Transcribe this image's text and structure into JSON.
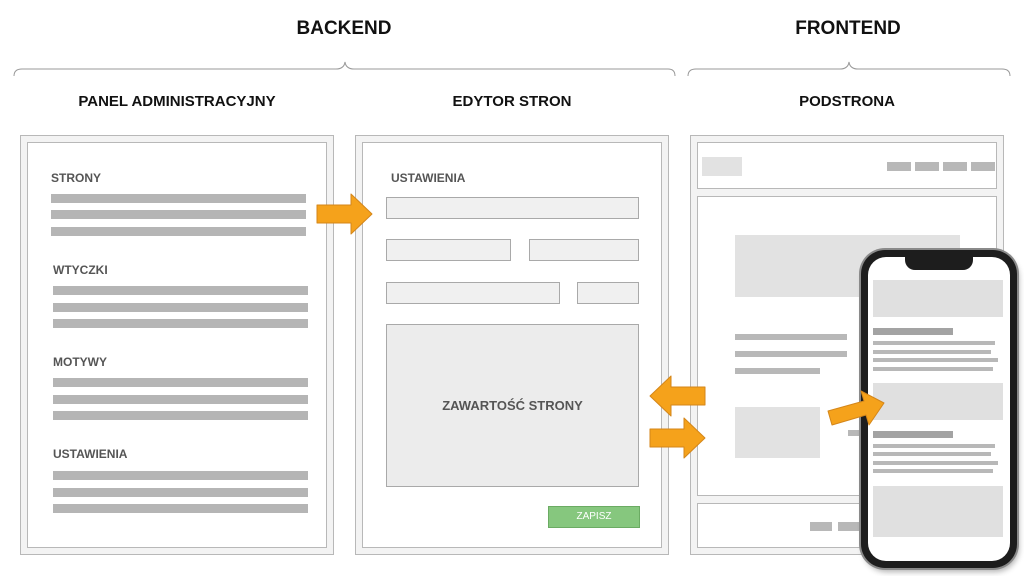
{
  "headings": {
    "backend": "BACKEND",
    "frontend": "FRONTEND"
  },
  "columns": {
    "admin": "PANEL ADMINISTRACYJNY",
    "editor": "EDYTOR STRON",
    "subpage": "PODSTRONA"
  },
  "admin_menu": [
    "STRONY",
    "WTYCZKI",
    "MOTYWY",
    "USTAWIENIA"
  ],
  "editor": {
    "settings_label": "USTAWIENIA",
    "content_label": "ZAWARTOŚĆ STRONY",
    "save_label": "ZAPISZ"
  },
  "colors": {
    "arrow_fill": "#f5a21b",
    "arrow_stroke": "#d4861a",
    "save_button": "#86c77e"
  }
}
